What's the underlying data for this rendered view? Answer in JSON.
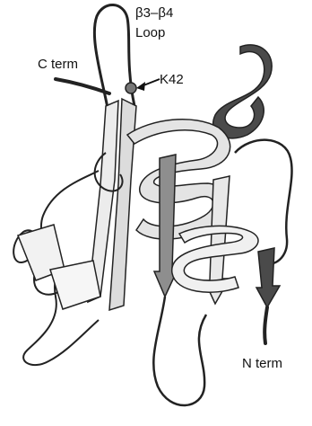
{
  "labels": {
    "loop_line1": "β3–β4",
    "loop_line2": "Loop",
    "c_term": "C term",
    "k42": "K42",
    "n_term": "N term"
  },
  "colors": {
    "strand_light": "#ececec",
    "strand_mid": "#9a9a9a",
    "strand_dark": "#4a4a4a",
    "outline": "#222222",
    "coil": "#333333"
  }
}
